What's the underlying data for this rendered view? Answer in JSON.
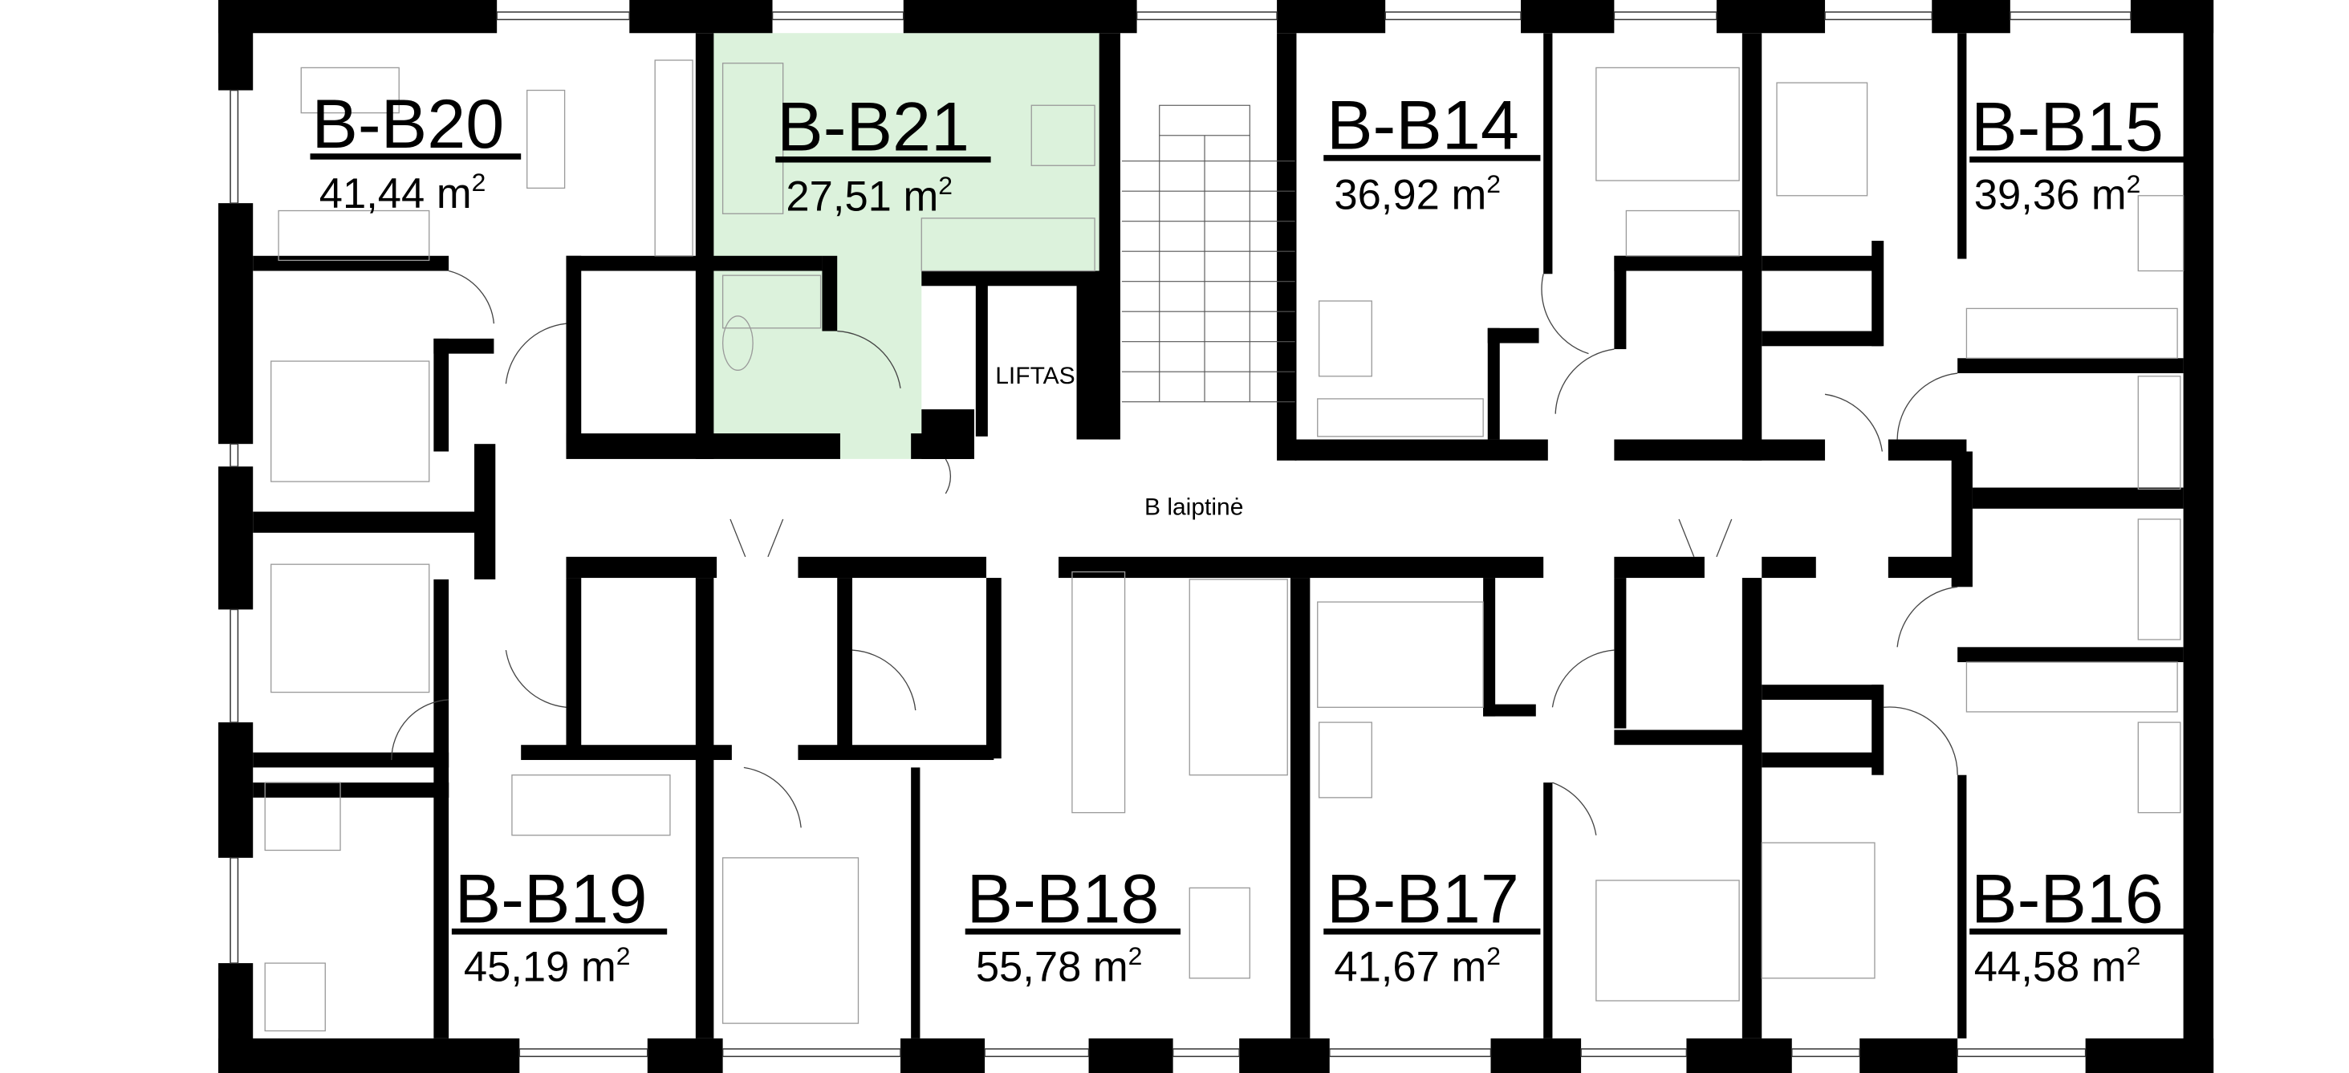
{
  "plan": {
    "stairwell_label": "B laiptinė",
    "elevator_label": "LIFTAS",
    "area_unit": "m",
    "area_exponent": "2",
    "highlight_color": "#dcf2dc",
    "wall_color": "#000000"
  },
  "units": [
    {
      "id": "B-B20",
      "area": "41,44",
      "highlighted": false
    },
    {
      "id": "B-B21",
      "area": "27,51",
      "highlighted": true
    },
    {
      "id": "B-B14",
      "area": "36,92",
      "highlighted": false
    },
    {
      "id": "B-B15",
      "area": "39,36",
      "highlighted": false
    },
    {
      "id": "B-B19",
      "area": "45,19",
      "highlighted": false
    },
    {
      "id": "B-B18",
      "area": "55,78",
      "highlighted": false
    },
    {
      "id": "B-B17",
      "area": "41,67",
      "highlighted": false
    },
    {
      "id": "B-B16",
      "area": "44,58",
      "highlighted": false
    }
  ]
}
